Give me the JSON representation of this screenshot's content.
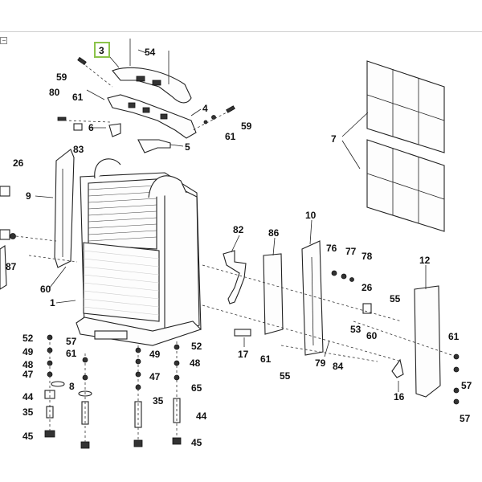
{
  "labels": {
    "l3": "3",
    "l54": "54",
    "l59a": "59",
    "l61a": "61",
    "l80": "80",
    "l6": "6",
    "l4": "4",
    "l59b": "59",
    "l61b": "61",
    "l83": "83",
    "l5": "5",
    "l7": "7",
    "l26a": "26",
    "l9": "9",
    "l87": "87",
    "l60a": "60",
    "l1": "1",
    "l82": "82",
    "l86": "86",
    "l10": "10",
    "l76": "76",
    "l77": "77",
    "l78": "78",
    "l12": "12",
    "l26b": "26",
    "l55a": "55",
    "l53": "53",
    "l60b": "60",
    "l61c": "61",
    "l52a": "52",
    "l57a": "57",
    "l49a": "49",
    "l61d": "61",
    "l48a": "48",
    "l47a": "47",
    "l8": "8",
    "l44a": "44",
    "l35a": "35",
    "l45a": "45",
    "l49b": "49",
    "l52b": "52",
    "l48b": "48",
    "l47b": "47",
    "l65": "65",
    "l35b": "35",
    "l44b": "44",
    "l45b": "45",
    "l17": "17",
    "l61e": "61",
    "l55b": "55",
    "l79": "79",
    "l84": "84",
    "l16": "16",
    "l57b": "57",
    "l57c": "57"
  },
  "highlight_color": "#8bc34a"
}
